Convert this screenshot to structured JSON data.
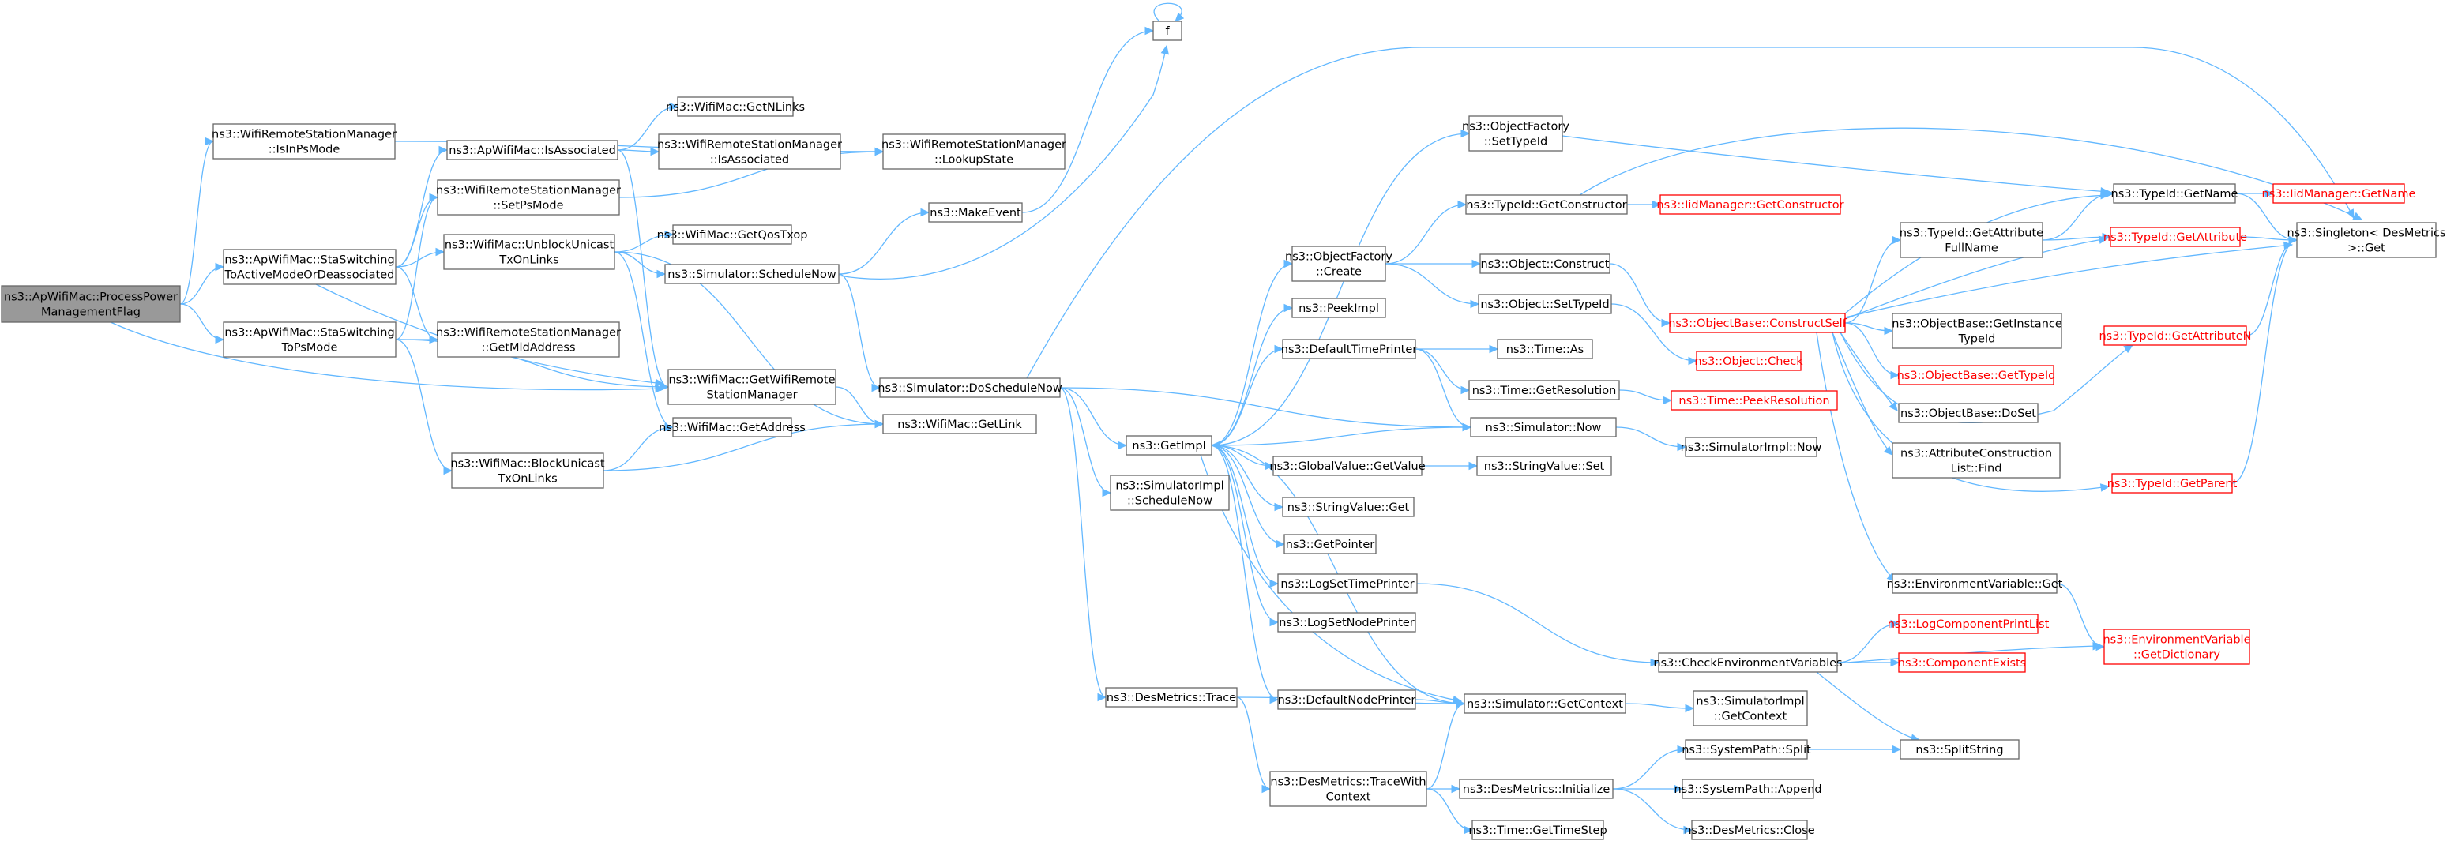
{
  "nodes": [
    {
      "id": "root",
      "lines": [
        "ns3::ApWifiMac::ProcessPower",
        "ManagementFlag"
      ],
      "style": "root"
    },
    {
      "id": "isInPs",
      "lines": [
        "ns3::WifiRemoteStationManager",
        "::IsInPsMode"
      ],
      "style": "normal"
    },
    {
      "id": "staActive",
      "lines": [
        "ns3::ApWifiMac::StaSwitching",
        "ToActiveModeOrDeassociated"
      ],
      "style": "normal"
    },
    {
      "id": "staPs",
      "lines": [
        "ns3::ApWifiMac::StaSwitching",
        "ToPsMode"
      ],
      "style": "normal"
    },
    {
      "id": "apIsAssoc",
      "lines": [
        "ns3::ApWifiMac::IsAssociated"
      ],
      "style": "normal"
    },
    {
      "id": "setPs",
      "lines": [
        "ns3::WifiRemoteStationManager",
        "::SetPsMode"
      ],
      "style": "normal"
    },
    {
      "id": "unblock",
      "lines": [
        "ns3::WifiMac::UnblockUnicast",
        "TxOnLinks"
      ],
      "style": "normal"
    },
    {
      "id": "getMld",
      "lines": [
        "ns3::WifiRemoteStationManager",
        "::GetMldAddress"
      ],
      "style": "normal"
    },
    {
      "id": "block",
      "lines": [
        "ns3::WifiMac::BlockUnicast",
        "TxOnLinks"
      ],
      "style": "normal"
    },
    {
      "id": "getNLinks",
      "lines": [
        "ns3::WifiMac::GetNLinks"
      ],
      "style": "normal"
    },
    {
      "id": "rsmIsAssoc",
      "lines": [
        "ns3::WifiRemoteStationManager",
        "::IsAssociated"
      ],
      "style": "normal"
    },
    {
      "id": "lookup",
      "lines": [
        "ns3::WifiRemoteStationManager",
        "::LookupState"
      ],
      "style": "normal"
    },
    {
      "id": "getQos",
      "lines": [
        "ns3::WifiMac::GetQosTxop"
      ],
      "style": "normal"
    },
    {
      "id": "schedNow",
      "lines": [
        "ns3::Simulator::ScheduleNow"
      ],
      "style": "normal"
    },
    {
      "id": "getRsm",
      "lines": [
        "ns3::WifiMac::GetWifiRemote",
        "StationManager"
      ],
      "style": "normal"
    },
    {
      "id": "getAddr",
      "lines": [
        "ns3::WifiMac::GetAddress"
      ],
      "style": "normal"
    },
    {
      "id": "getLink",
      "lines": [
        "ns3::WifiMac::GetLink"
      ],
      "style": "normal"
    },
    {
      "id": "makeEvent",
      "lines": [
        "ns3::MakeEvent"
      ],
      "style": "normal"
    },
    {
      "id": "f",
      "lines": [
        "f"
      ],
      "style": "normal"
    },
    {
      "id": "doSched",
      "lines": [
        "ns3::Simulator::DoScheduleNow"
      ],
      "style": "normal"
    },
    {
      "id": "getImpl",
      "lines": [
        "ns3::GetImpl"
      ],
      "style": "normal"
    },
    {
      "id": "implSched",
      "lines": [
        "ns3::SimulatorImpl",
        "::ScheduleNow"
      ],
      "style": "normal"
    },
    {
      "id": "desTrace",
      "lines": [
        "ns3::DesMetrics::Trace"
      ],
      "style": "normal"
    },
    {
      "id": "ofCreate",
      "lines": [
        "ns3::ObjectFactory",
        "::Create"
      ],
      "style": "normal"
    },
    {
      "id": "ofSetTid",
      "lines": [
        "ns3::ObjectFactory",
        "::SetTypeId"
      ],
      "style": "normal"
    },
    {
      "id": "peekImpl",
      "lines": [
        "ns3::PeekImpl"
      ],
      "style": "normal"
    },
    {
      "id": "defTime",
      "lines": [
        "ns3::DefaultTimePrinter"
      ],
      "style": "normal"
    },
    {
      "id": "gvGet",
      "lines": [
        "ns3::GlobalValue::GetValue"
      ],
      "style": "normal"
    },
    {
      "id": "svGet",
      "lines": [
        "ns3::StringValue::Get"
      ],
      "style": "normal"
    },
    {
      "id": "getPtr",
      "lines": [
        "ns3::GetPointer"
      ],
      "style": "normal"
    },
    {
      "id": "logTime",
      "lines": [
        "ns3::LogSetTimePrinter"
      ],
      "style": "normal"
    },
    {
      "id": "logNode",
      "lines": [
        "ns3::LogSetNodePrinter"
      ],
      "style": "normal"
    },
    {
      "id": "defNode",
      "lines": [
        "ns3::DefaultNodePrinter"
      ],
      "style": "normal"
    },
    {
      "id": "traceCtx",
      "lines": [
        "ns3::DesMetrics::TraceWith",
        "Context"
      ],
      "style": "normal"
    },
    {
      "id": "tidGetCtor",
      "lines": [
        "ns3::TypeId::GetConstructor"
      ],
      "style": "normal"
    },
    {
      "id": "objConstruct",
      "lines": [
        "ns3::Object::Construct"
      ],
      "style": "normal"
    },
    {
      "id": "objSetTid",
      "lines": [
        "ns3::Object::SetTypeId"
      ],
      "style": "normal"
    },
    {
      "id": "timeAs",
      "lines": [
        "ns3::Time::As"
      ],
      "style": "normal"
    },
    {
      "id": "timeRes",
      "lines": [
        "ns3::Time::GetResolution"
      ],
      "style": "normal"
    },
    {
      "id": "simNow",
      "lines": [
        "ns3::Simulator::Now"
      ],
      "style": "normal"
    },
    {
      "id": "svSet",
      "lines": [
        "ns3::StringValue::Set"
      ],
      "style": "normal"
    },
    {
      "id": "checkEnv",
      "lines": [
        "ns3::CheckEnvironmentVariables"
      ],
      "style": "normal"
    },
    {
      "id": "simGetCtx",
      "lines": [
        "ns3::Simulator::GetContext"
      ],
      "style": "normal"
    },
    {
      "id": "desInit",
      "lines": [
        "ns3::DesMetrics::Initialize"
      ],
      "style": "normal"
    },
    {
      "id": "timeStep",
      "lines": [
        "ns3::Time::GetTimeStep"
      ],
      "style": "normal"
    },
    {
      "id": "iidCtor",
      "lines": [
        "ns3::IidManager::GetConstructor"
      ],
      "style": "red"
    },
    {
      "id": "objCheck",
      "lines": [
        "ns3::Object::Check"
      ],
      "style": "red"
    },
    {
      "id": "constructSelf",
      "lines": [
        "ns3::ObjectBase::ConstructSelf"
      ],
      "style": "red"
    },
    {
      "id": "peekRes",
      "lines": [
        "ns3::Time::PeekResolution"
      ],
      "style": "red"
    },
    {
      "id": "implNow",
      "lines": [
        "ns3::SimulatorImpl::Now"
      ],
      "style": "normal"
    },
    {
      "id": "logList",
      "lines": [
        "ns3::LogComponentPrintList"
      ],
      "style": "red"
    },
    {
      "id": "compExists",
      "lines": [
        "ns3::ComponentExists"
      ],
      "style": "red"
    },
    {
      "id": "implGetCtx",
      "lines": [
        "ns3::SimulatorImpl",
        "::GetContext"
      ],
      "style": "normal"
    },
    {
      "id": "spSplit",
      "lines": [
        "ns3::SystemPath::Split"
      ],
      "style": "normal"
    },
    {
      "id": "spAppend",
      "lines": [
        "ns3::SystemPath::Append"
      ],
      "style": "normal"
    },
    {
      "id": "desClose",
      "lines": [
        "ns3::DesMetrics::Close"
      ],
      "style": "normal"
    },
    {
      "id": "tidGetName",
      "lines": [
        "ns3::TypeId::GetName"
      ],
      "style": "normal"
    },
    {
      "id": "tidAttrFull",
      "lines": [
        "ns3::TypeId::GetAttribute",
        "FullName"
      ],
      "style": "normal"
    },
    {
      "id": "obGetInst",
      "lines": [
        "ns3::ObjectBase::GetInstance",
        "TypeId"
      ],
      "style": "normal"
    },
    {
      "id": "obGetTid",
      "lines": [
        "ns3::ObjectBase::GetTypeId"
      ],
      "style": "red"
    },
    {
      "id": "obDoSet",
      "lines": [
        "ns3::ObjectBase::DoSet"
      ],
      "style": "normal"
    },
    {
      "id": "attrFind",
      "lines": [
        "ns3::AttributeConstruction",
        "List::Find"
      ],
      "style": "normal"
    },
    {
      "id": "envGet",
      "lines": [
        "ns3::EnvironmentVariable::Get"
      ],
      "style": "normal"
    },
    {
      "id": "splitStr",
      "lines": [
        "ns3::SplitString"
      ],
      "style": "normal"
    },
    {
      "id": "iidGetName",
      "lines": [
        "ns3::IidManager::GetName"
      ],
      "style": "red"
    },
    {
      "id": "tidGetAttr",
      "lines": [
        "ns3::TypeId::GetAttribute"
      ],
      "style": "red"
    },
    {
      "id": "tidGetAttrN",
      "lines": [
        "ns3::TypeId::GetAttributeN"
      ],
      "style": "red"
    },
    {
      "id": "tidGetParent",
      "lines": [
        "ns3::TypeId::GetParent"
      ],
      "style": "red"
    },
    {
      "id": "envDict",
      "lines": [
        "ns3::EnvironmentVariable",
        "::GetDictionary"
      ],
      "style": "red"
    },
    {
      "id": "singleton",
      "lines": [
        "ns3::Singleton< DesMetrics",
        " >::Get"
      ],
      "style": "normal"
    }
  ],
  "edges": [
    [
      "root",
      "isInPs"
    ],
    [
      "root",
      "staActive"
    ],
    [
      "root",
      "staPs"
    ],
    [
      "root",
      "getRsm"
    ],
    [
      "isInPs",
      "lookup"
    ],
    [
      "staActive",
      "apIsAssoc"
    ],
    [
      "staActive",
      "setPs"
    ],
    [
      "staActive",
      "unblock"
    ],
    [
      "staActive",
      "getMld"
    ],
    [
      "staActive",
      "getRsm"
    ],
    [
      "staPs",
      "setPs"
    ],
    [
      "staPs",
      "getMld"
    ],
    [
      "staPs",
      "getRsm"
    ],
    [
      "staPs",
      "block"
    ],
    [
      "apIsAssoc",
      "getNLinks"
    ],
    [
      "apIsAssoc",
      "rsmIsAssoc"
    ],
    [
      "apIsAssoc",
      "getRsm"
    ],
    [
      "rsmIsAssoc",
      "lookup"
    ],
    [
      "setPs",
      "lookup"
    ],
    [
      "unblock",
      "getQos"
    ],
    [
      "unblock",
      "schedNow"
    ],
    [
      "unblock",
      "getAddr"
    ],
    [
      "unblock",
      "getLink"
    ],
    [
      "block",
      "getAddr"
    ],
    [
      "block",
      "getLink"
    ],
    [
      "getRsm",
      "getLink"
    ],
    [
      "schedNow",
      "makeEvent"
    ],
    [
      "schedNow",
      "f"
    ],
    [
      "schedNow",
      "doSched"
    ],
    [
      "makeEvent",
      "f"
    ],
    [
      "f",
      "f"
    ],
    [
      "doSched",
      "singleton"
    ],
    [
      "doSched",
      "getImpl"
    ],
    [
      "doSched",
      "implSched"
    ],
    [
      "doSched",
      "desTrace"
    ],
    [
      "doSched",
      "simNow"
    ],
    [
      "getImpl",
      "ofSetTid"
    ],
    [
      "getImpl",
      "ofCreate"
    ],
    [
      "getImpl",
      "peekImpl"
    ],
    [
      "getImpl",
      "defTime"
    ],
    [
      "getImpl",
      "gvGet"
    ],
    [
      "getImpl",
      "svGet"
    ],
    [
      "getImpl",
      "getPtr"
    ],
    [
      "getImpl",
      "logTime"
    ],
    [
      "getImpl",
      "logNode"
    ],
    [
      "getImpl",
      "defNode"
    ],
    [
      "getImpl",
      "simGetCtx"
    ],
    [
      "ofSetTid",
      "tidGetName"
    ],
    [
      "ofCreate",
      "tidGetCtor"
    ],
    [
      "ofCreate",
      "objConstruct"
    ],
    [
      "ofCreate",
      "objSetTid"
    ],
    [
      "defTime",
      "timeAs"
    ],
    [
      "defTime",
      "timeRes"
    ],
    [
      "defTime",
      "simNow"
    ],
    [
      "gvGet",
      "svSet"
    ],
    [
      "logTime",
      "checkEnv"
    ],
    [
      "defNode",
      "simGetCtx"
    ],
    [
      "desTrace",
      "simGetCtx"
    ],
    [
      "desTrace",
      "traceCtx"
    ],
    [
      "traceCtx",
      "simGetCtx"
    ],
    [
      "traceCtx",
      "desInit"
    ],
    [
      "traceCtx",
      "timeStep"
    ],
    [
      "tidGetCtor",
      "iidCtor"
    ],
    [
      "tidGetCtor",
      "singleton"
    ],
    [
      "objConstruct",
      "constructSelf"
    ],
    [
      "objSetTid",
      "objCheck"
    ],
    [
      "timeRes",
      "peekRes"
    ],
    [
      "simNow",
      "implNow"
    ],
    [
      "simNow",
      "getImpl"
    ],
    [
      "simGetCtx",
      "implGetCtx"
    ],
    [
      "simGetCtx",
      "getImpl"
    ],
    [
      "checkEnv",
      "logList"
    ],
    [
      "checkEnv",
      "compExists"
    ],
    [
      "checkEnv",
      "envDict"
    ],
    [
      "checkEnv",
      "splitStr"
    ],
    [
      "desInit",
      "spSplit"
    ],
    [
      "desInit",
      "spAppend"
    ],
    [
      "desInit",
      "desClose"
    ],
    [
      "spSplit",
      "splitStr"
    ],
    [
      "constructSelf",
      "tidGetName"
    ],
    [
      "constructSelf",
      "tidAttrFull"
    ],
    [
      "constructSelf",
      "tidGetAttr"
    ],
    [
      "constructSelf",
      "obGetInst"
    ],
    [
      "constructSelf",
      "obGetTid"
    ],
    [
      "constructSelf",
      "obDoSet"
    ],
    [
      "constructSelf",
      "attrFind"
    ],
    [
      "constructSelf",
      "tidGetAttrN"
    ],
    [
      "constructSelf",
      "tidGetParent"
    ],
    [
      "constructSelf",
      "envGet"
    ],
    [
      "constructSelf",
      "singleton"
    ],
    [
      "tidAttrFull",
      "tidGetName"
    ],
    [
      "tidAttrFull",
      "tidGetAttr"
    ],
    [
      "tidGetName",
      "iidGetName"
    ],
    [
      "tidGetName",
      "singleton"
    ],
    [
      "tidGetAttr",
      "singleton"
    ],
    [
      "tidGetAttrN",
      "singleton"
    ],
    [
      "tidGetParent",
      "singleton"
    ],
    [
      "envGet",
      "envDict"
    ]
  ]
}
